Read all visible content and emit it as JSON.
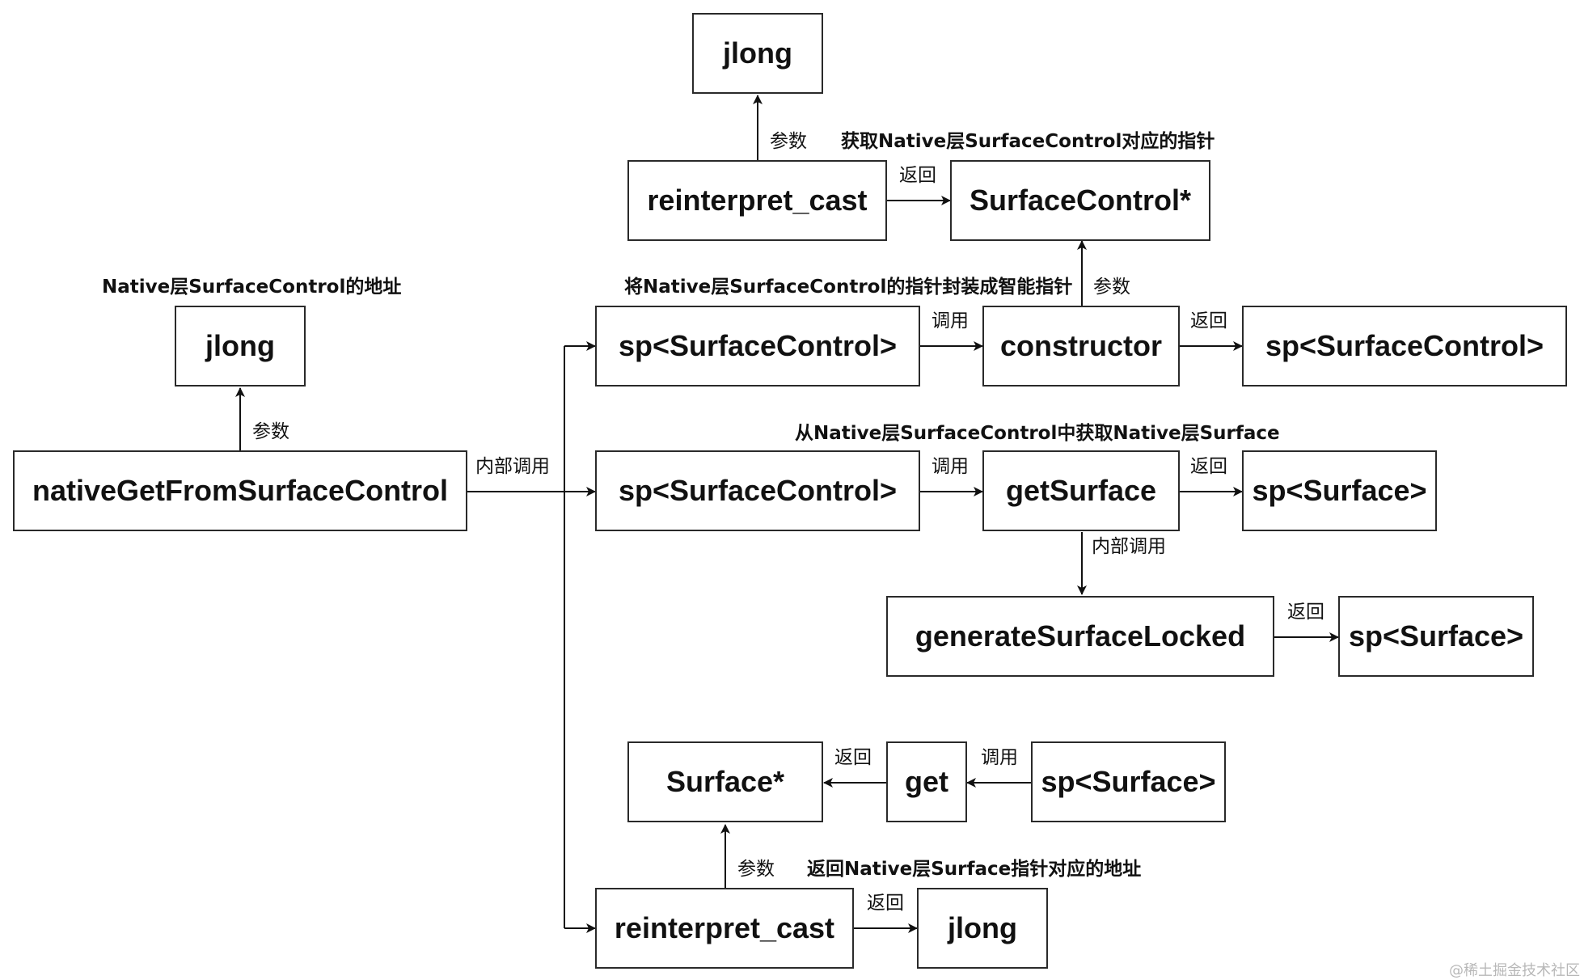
{
  "nodes": {
    "native_get": "nativeGetFromSurfaceControl",
    "jlong_arg": "jlong",
    "sp_sc_1": "sp<SurfaceControl>",
    "constructor": "constructor",
    "sp_sc_ret": "sp<SurfaceControl>",
    "reinterpret_top": "reinterpret_cast",
    "surface_control_ptr": "SurfaceControl*",
    "jlong_top": "jlong",
    "sp_sc_2": "sp<SurfaceControl>",
    "get_surface": "getSurface",
    "sp_surface_1": "sp<Surface>",
    "generate_locked": "generateSurfaceLocked",
    "sp_surface_2": "sp<Surface>",
    "surface_ptr": "Surface*",
    "get": "get",
    "sp_surface_3": "sp<Surface>",
    "reinterpret_bottom": "reinterpret_cast",
    "jlong_bottom": "jlong"
  },
  "edge_labels": {
    "param": "参数",
    "return": "返回",
    "call": "调用",
    "internal_call": "内部调用"
  },
  "notes": {
    "jlong_addr": "Native层SurfaceControl的地址",
    "get_native_ptr": "获取Native层SurfaceControl对应的指针",
    "wrap_smart_ptr": "将Native层SurfaceControl的指针封装成智能指针",
    "get_native_surface": "从Native层SurfaceControl中获取Native层Surface",
    "return_surface_addr": "返回Native层Surface指针对应的地址"
  },
  "watermark": "@稀土掘金技术社区"
}
